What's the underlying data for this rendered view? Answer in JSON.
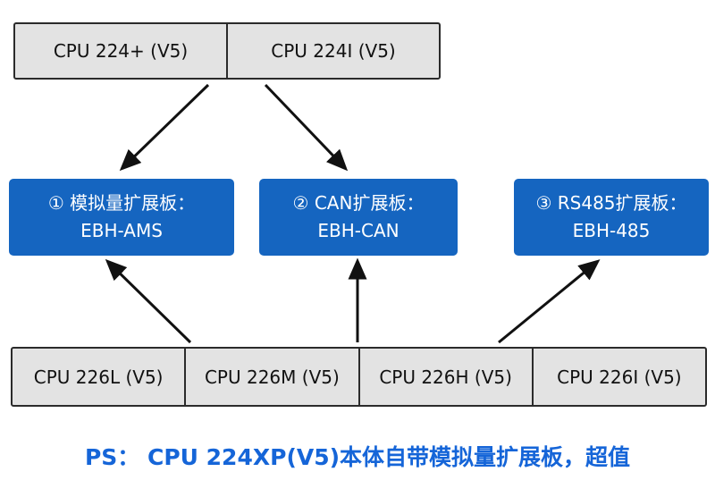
{
  "top_group": {
    "cells": [
      {
        "label": "CPU 224+ (V5)"
      },
      {
        "label": "CPU 224I (V5)"
      }
    ]
  },
  "expansion_boards": [
    {
      "line1": "① 模拟量扩展板：",
      "line2": "EBH-AMS"
    },
    {
      "line1": "② CAN扩展板：",
      "line2": "EBH-CAN"
    },
    {
      "line1": "③ RS485扩展板：",
      "line2": "EBH-485"
    }
  ],
  "bottom_group": {
    "cells": [
      {
        "label": "CPU 226L (V5)"
      },
      {
        "label": "CPU 226M (V5)"
      },
      {
        "label": "CPU 226H (V5)"
      },
      {
        "label": "CPU 226I (V5)"
      }
    ]
  },
  "footnote": "PS： CPU 224XP(V5)本体自带模拟量扩展板，超值",
  "colors": {
    "board_blue": "#1565c0",
    "box_gray": "#e3e3e3",
    "border_dark": "#2b2b2b",
    "arrow_black": "#111111",
    "footnote_blue": "#1565d8"
  }
}
